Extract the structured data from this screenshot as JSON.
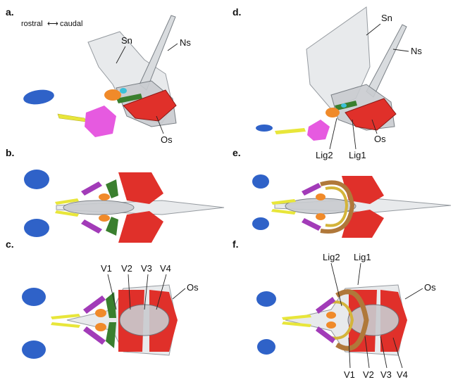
{
  "orientation": {
    "rostral": "rostral",
    "caudal": "caudal",
    "arrow": "⟷"
  },
  "panels": {
    "a": "a.",
    "b": "b.",
    "c": "c.",
    "d": "d.",
    "e": "e.",
    "f": "f."
  },
  "labels": {
    "sn": "Sn",
    "ns": "Ns",
    "os": "Os",
    "lig1": "Lig1",
    "lig2": "Lig2",
    "v1": "V1",
    "v2": "V2",
    "v3": "V3",
    "v4": "V4"
  },
  "colors": {
    "blue": "#2f62c8",
    "yellow": "#e8e63a",
    "magenta": "#e65ae0",
    "purple": "#a23bb8",
    "orange": "#f08a2a",
    "green": "#3a7f2e",
    "red": "#e0302a",
    "ligament_brown": "#b0783a",
    "ligament_yellow": "#d4b43a",
    "cyan": "#3cc0d8"
  }
}
